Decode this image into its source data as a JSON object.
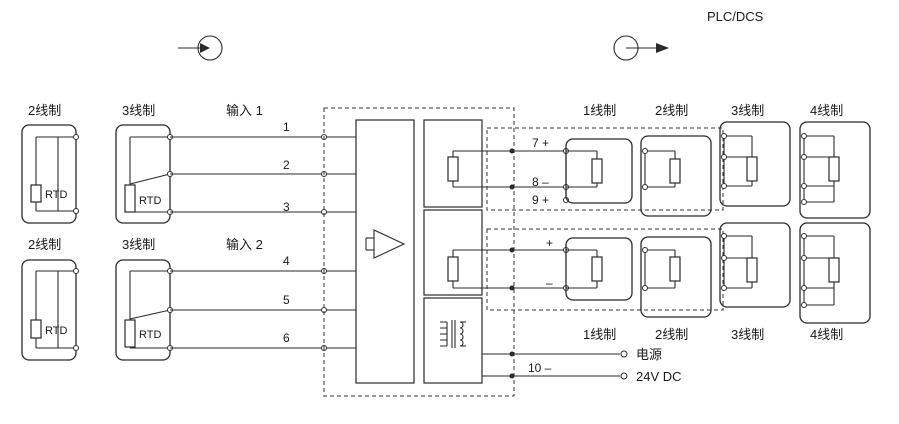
{
  "title": "PLC/DCS",
  "sensor_labels": {
    "two_wire": "2线制",
    "three_wire": "3线制",
    "four_wire": "4线制",
    "one_wire": "1线制",
    "rtd": "RTD"
  },
  "inputs": {
    "input1": "输入 1",
    "input2": "输入 2"
  },
  "terminals": {
    "t1": "1",
    "t2": "2",
    "t3": "3",
    "t4": "4",
    "t5": "5",
    "t6": "6"
  },
  "outputs": {
    "t7": "7 +",
    "t8": "8 –",
    "t9": "9 +",
    "plus": "+",
    "minus": "–",
    "t10": "10 –"
  },
  "power": {
    "label": "电源",
    "voltage": "24V DC"
  },
  "colors": {
    "line": "#2a2a2a",
    "background": "#ffffff"
  }
}
